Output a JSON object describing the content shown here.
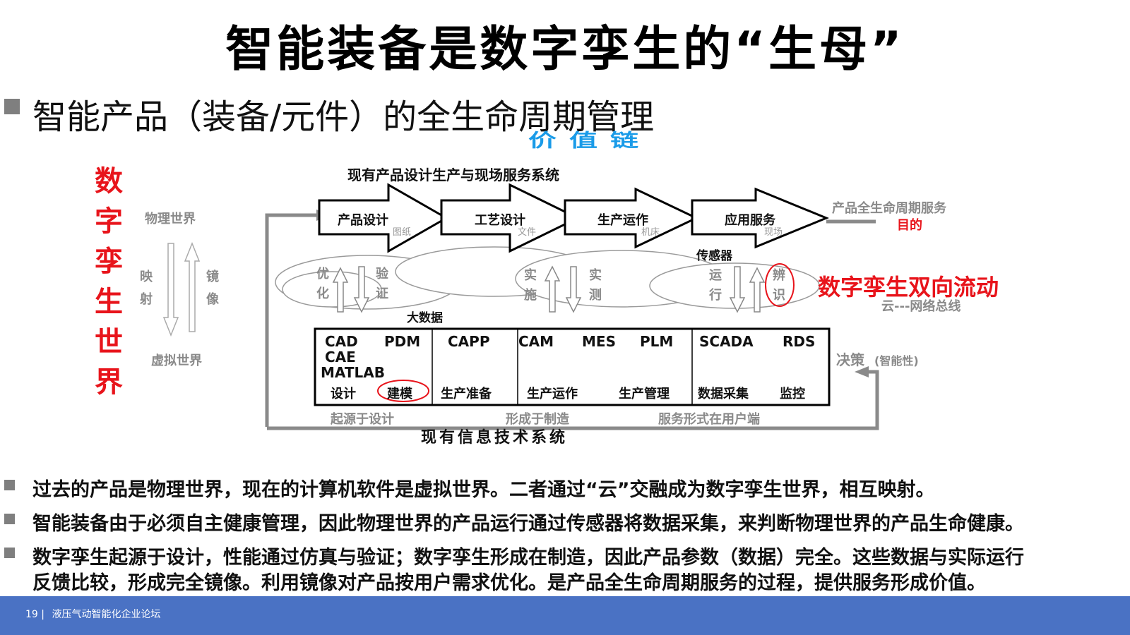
{
  "title": "智能装备是数字孪生的“生母”",
  "subtitle": "智能产品（装备/元件）的全生命周期管理",
  "diagram": {
    "value_chain": "价值链",
    "top_heading": "现有产品设计生产与现场服务系统",
    "twin_world": [
      "数",
      "字",
      "孪",
      "生",
      "世",
      "界"
    ],
    "physical_world": "物理世界",
    "virtual_world": "虚拟世界",
    "map_chars": [
      "映",
      "射"
    ],
    "mirror_chars": [
      "镜",
      "像"
    ],
    "stages": [
      {
        "label": "产品设计",
        "sub": "图纸"
      },
      {
        "label": "工艺设计",
        "sub": "文件"
      },
      {
        "label": "生产运作",
        "sub": "机床"
      },
      {
        "label": "应用服务",
        "sub": "现场"
      }
    ],
    "lifecycle_service": "产品全生命周期服务",
    "purpose": "目的",
    "sensor": "传感器",
    "optimize": [
      "优",
      "化"
    ],
    "verify": [
      "验",
      "证"
    ],
    "implement": [
      "实",
      "施"
    ],
    "measure": [
      "实",
      "测"
    ],
    "operate": [
      "运",
      "行"
    ],
    "identify": [
      "辨",
      "识"
    ],
    "bidirectional": "数字孪生双向流动",
    "cloud_bus": "云---网络总线",
    "big_data": "大数据",
    "table_top": [
      "CAD",
      "PDM",
      "CAPP",
      "CAM",
      "MES",
      "PLM",
      "SCADA",
      "RDS"
    ],
    "cae": "CAE",
    "matlab": "MATLAB",
    "table_bottom": [
      "设计",
      "建模",
      "生产准备",
      "生产运作",
      "生产管理",
      "数据采集",
      "监控"
    ],
    "decision": "决策",
    "decision_note": "(智能性)",
    "origin_design": "起源于设计",
    "formed_manufacturing": "形成于制造",
    "service_user": "服务形式在用户端",
    "bottom_heading": "现有信息技术系统"
  },
  "bullets": [
    "过去的产品是物理世界，现在的计算机软件是虚拟世界。二者通过“云”交融成为数字孪生世界，相互映射。",
    "智能装备由于必须自主健康管理，因此物理世界的产品运行通过传感器将数据采集，来判断物理世界的产品生命健康。",
    "数字孪生起源于设计，性能通过仿真与验证；数字孪生形成在制造，因此产品参数（数据）完全。这些数据与实际运行",
    "反馈比较，形成完全镜像。利用镜像对产品按用户需求优化。是产品全生命周期服务的过程，提供服务形成价值。"
  ],
  "footer": {
    "page": "19",
    "separator": "|",
    "text": "液压气动智能化企业论坛"
  },
  "colors": {
    "accent_red": "#e8141b",
    "value_chain_blue": "#1a9be8",
    "footer_blue": "#4a72c4"
  }
}
